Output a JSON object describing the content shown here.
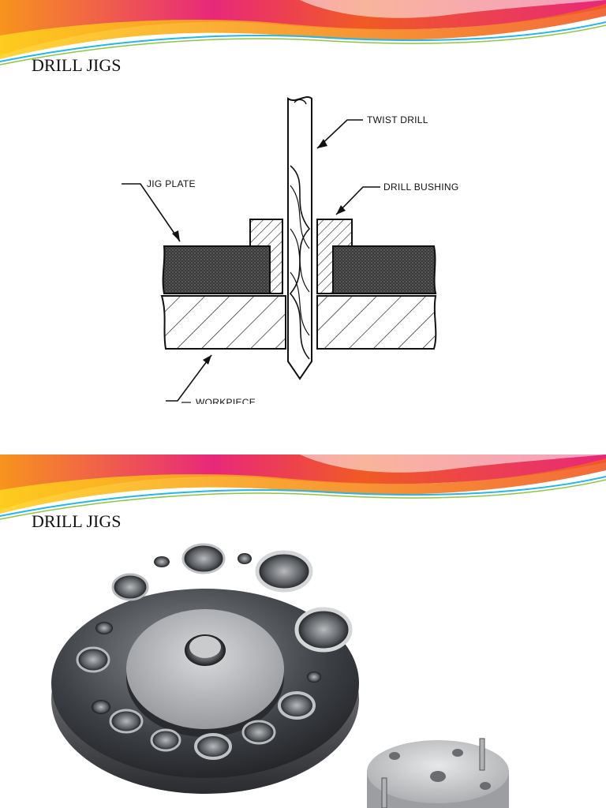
{
  "slides": [
    {
      "title": "DRILL JIGS",
      "diagram": {
        "labels": {
          "twist_drill": "TWIST DRILL",
          "jig_plate": "JIG PLATE",
          "drill_bushing": "DRILL BUSHING",
          "workpiece": "WORKPIECE"
        }
      }
    },
    {
      "title": "DRILL JIGS",
      "photo": {
        "subject": "indexing drill jig plate with bushings and a small pinned fixture"
      }
    }
  ],
  "colors": {
    "swoosh_pink": "#e8287a",
    "swoosh_orange": "#f7941d",
    "swoosh_yellow": "#ffd21f",
    "swoosh_cyan": "#25b7e6"
  }
}
